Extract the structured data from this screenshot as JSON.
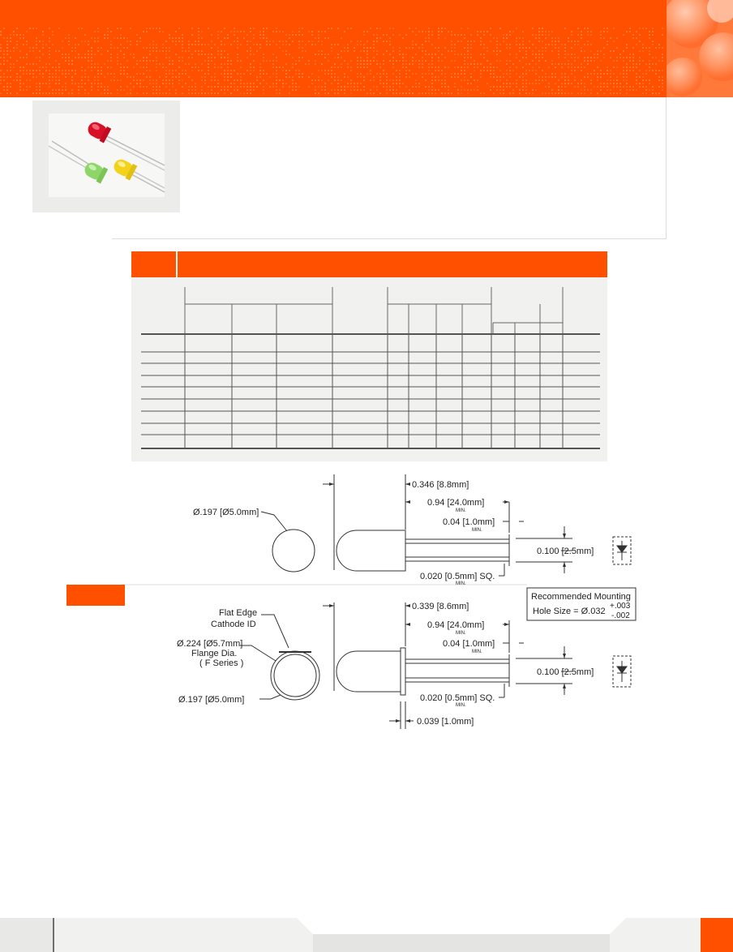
{
  "colors": {
    "accent": "#ff5000",
    "accent_light": "#ff8a4c",
    "panel_gray": "#f1f1f0",
    "rule_dark": "#555555"
  },
  "product_photo": {
    "icon": "led-photo-icon",
    "leds": [
      "red",
      "yellow",
      "green"
    ]
  },
  "drawing": {
    "standard": {
      "diameter": "Ø.197 [Ø5.0mm]",
      "body_length": "0.346 [8.8mm]",
      "lead_length": "0.94 [24.0mm]",
      "lead_length_note": "MIN.",
      "standoff": "0.04 [1.0mm]",
      "standoff_note": "MIN.",
      "lead_spacing": "0.100 [2.5mm]",
      "lead_size": "0.020 [0.5mm] SQ.",
      "lead_size_note": "MIN."
    },
    "flanged": {
      "flat_edge": "Flat Edge",
      "cathode_id": "Cathode ID",
      "flange_diameter": "Ø.224 [Ø5.7mm]",
      "flange_label": "Flange Dia.",
      "series_label": "( F Series )",
      "diameter": "Ø.197 [Ø5.0mm]",
      "body_length": "0.339 [8.6mm]",
      "lead_length": "0.94 [24.0mm]",
      "lead_length_note": "MIN.",
      "standoff": "0.04 [1.0mm]",
      "standoff_note": "MIN.",
      "lead_spacing": "0.100 [2.5mm]",
      "lead_size": "0.020 [0.5mm] SQ.",
      "lead_size_note": "MIN.",
      "flange_thickness": "0.039 [1.0mm]"
    },
    "mounting": {
      "title": "Recommended Mounting",
      "hole_label": "Hole Size = Ø.032",
      "tolerance_plus": "+.003",
      "tolerance_minus": "-.002"
    },
    "symbol_icon": "diode-symbol-icon"
  }
}
